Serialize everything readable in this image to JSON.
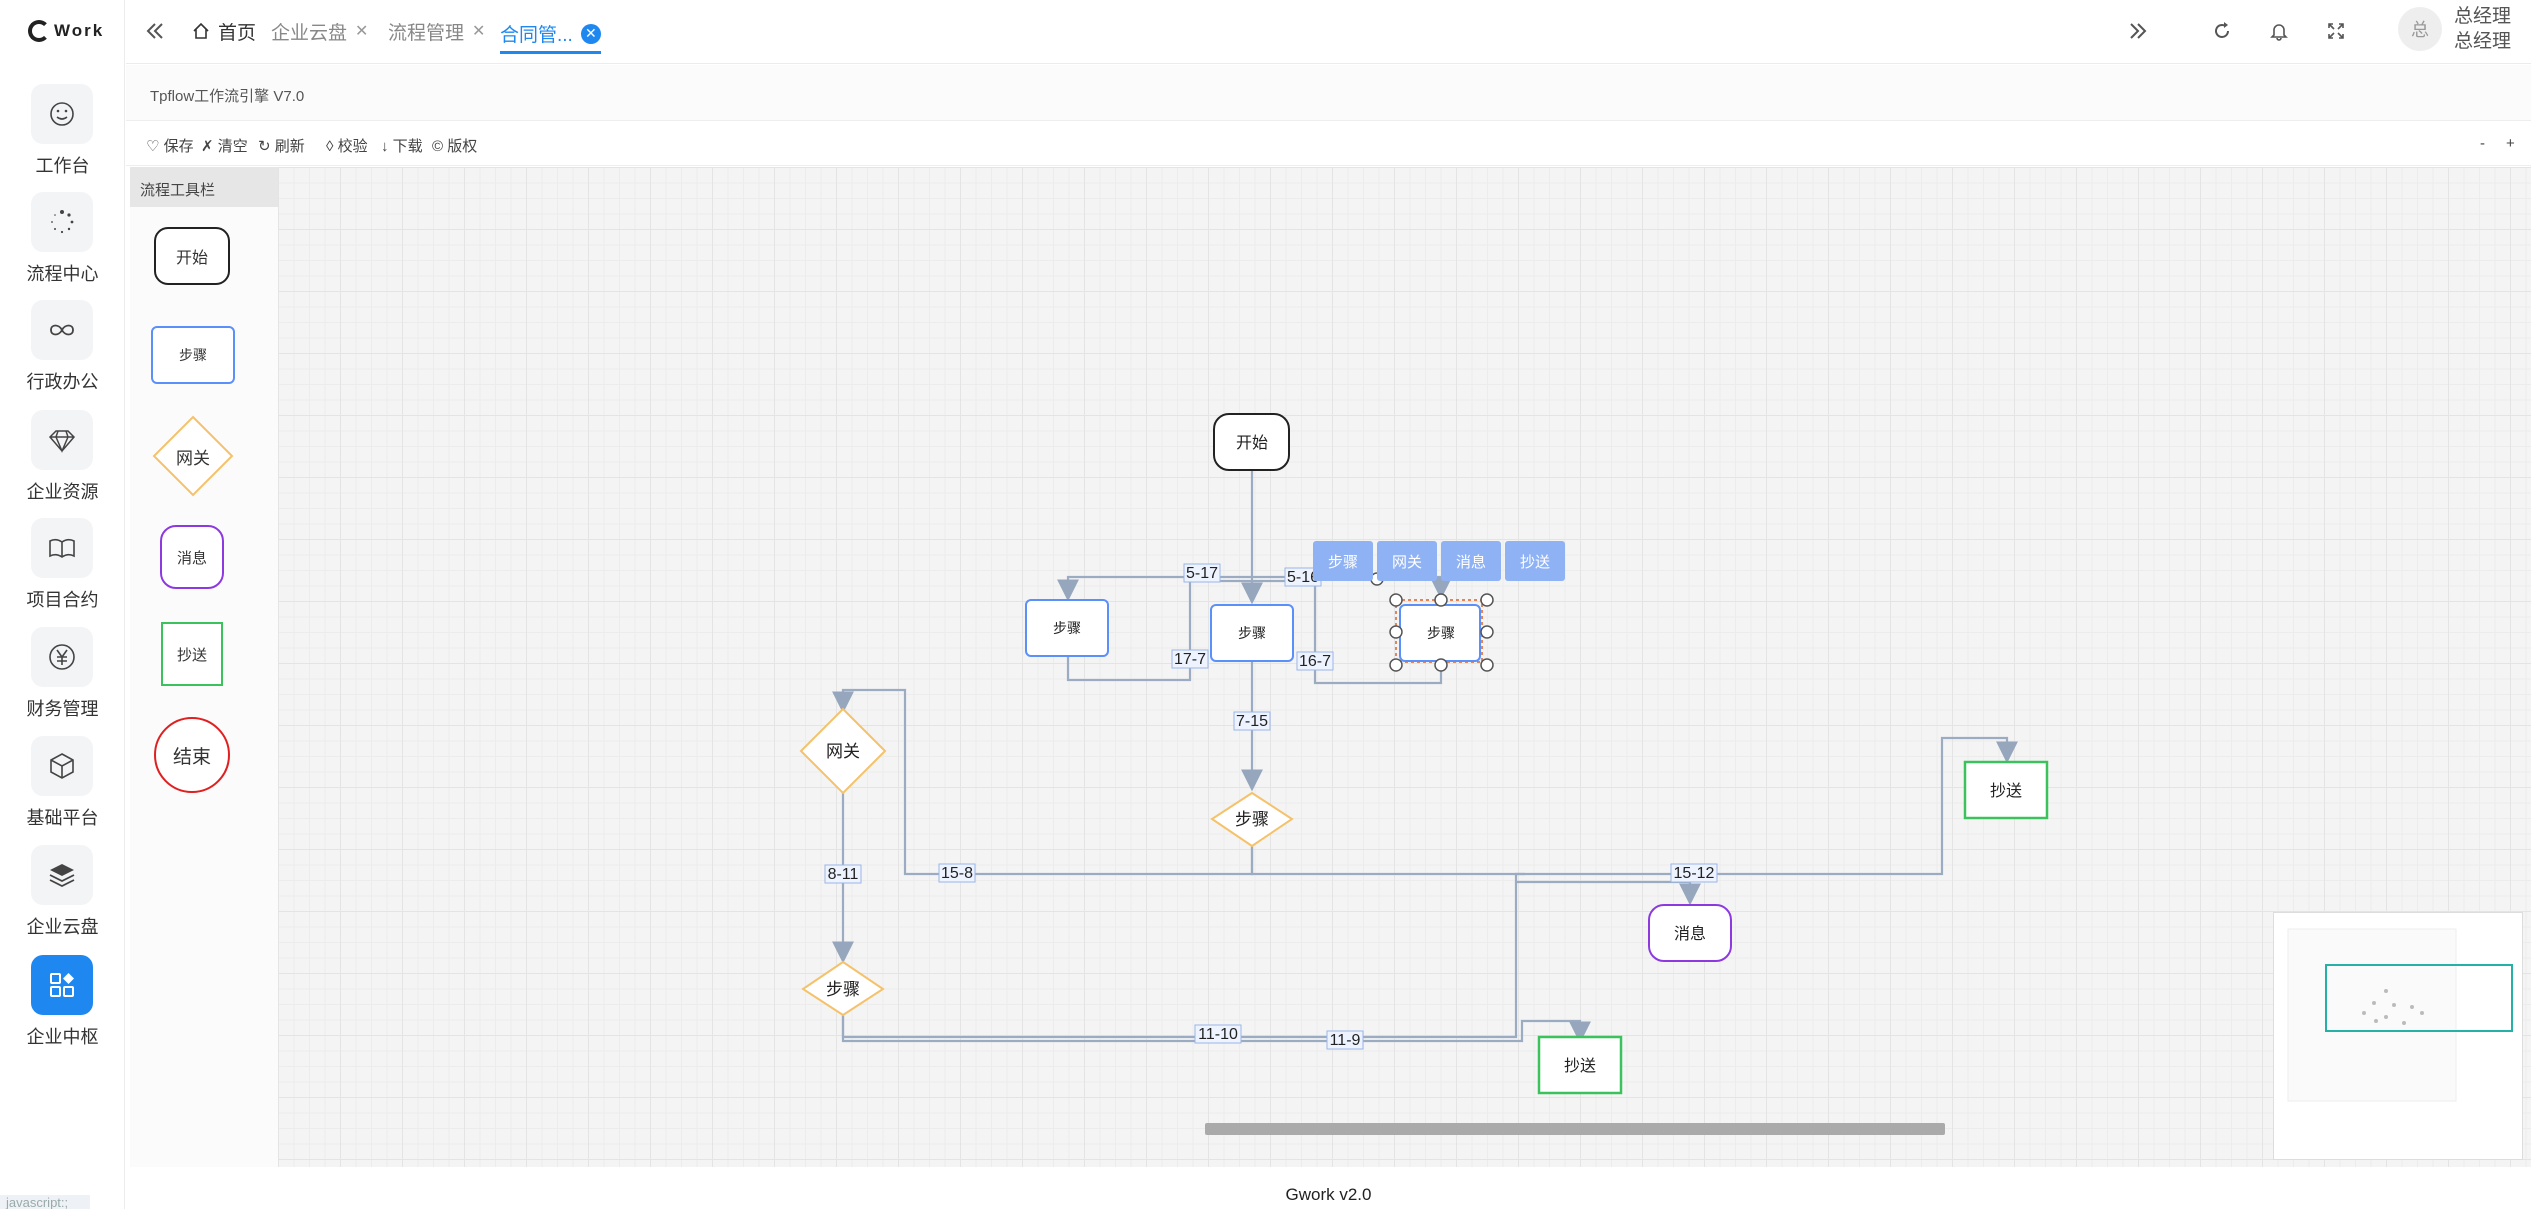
{
  "logo": {
    "text": "Work"
  },
  "sidebar": {
    "items": [
      {
        "label": "工作台",
        "icon": "smile-icon"
      },
      {
        "label": "流程中心",
        "icon": "spinner-icon"
      },
      {
        "label": "行政办公",
        "icon": "infinity-icon"
      },
      {
        "label": "企业资源",
        "icon": "diamond-icon"
      },
      {
        "label": "项目合约",
        "icon": "book-icon"
      },
      {
        "label": "财务管理",
        "icon": "yen-icon"
      },
      {
        "label": "基础平台",
        "icon": "cube-icon"
      },
      {
        "label": "企业云盘",
        "icon": "layers-icon"
      },
      {
        "label": "企业中枢",
        "icon": "apps-icon",
        "active": true
      }
    ],
    "js_tag": "javascript:;"
  },
  "tabs": {
    "home": "首页",
    "items": [
      "企业云盘",
      "流程管理"
    ],
    "active": "合同管..."
  },
  "user": {
    "avatar": "总",
    "line1": "总经理",
    "line2": "总经理"
  },
  "app_title": "Tpflow工作流引擎 V7.0",
  "toolbar": {
    "save": "♡ 保存",
    "clear": "✗ 清空",
    "refresh": "↻ 刷新",
    "validate": "◊ 校验",
    "download": "↓ 下载",
    "copyright": "© 版权",
    "minus": "-",
    "plus": "+"
  },
  "palette": {
    "title": "流程工具栏",
    "start": "开始",
    "step": "步骤",
    "gateway": "网关",
    "message": "消息",
    "cc": "抄送",
    "end": "结束"
  },
  "flow": {
    "nodes": {
      "start": "开始",
      "step_left": "步骤",
      "step_mid": "步骤",
      "step_right": "步骤",
      "gw_left": "网关",
      "gw_mid": "步骤",
      "gw_bottom": "步骤",
      "cc_right": "抄送",
      "msg": "消息",
      "cc_bottom": "抄送"
    },
    "menu": [
      "步骤",
      "网关",
      "消息",
      "抄送"
    ],
    "edges": {
      "e517": "5-17",
      "e516": "5-16",
      "e177": "17-7",
      "e167": "16-7",
      "e715": "7-15",
      "e811": "8-11",
      "e158": "15-8",
      "e1512": "15-12",
      "e1110": "11-10",
      "e119": "11-9"
    }
  },
  "footer": "Gwork v2.0",
  "colors": {
    "accent": "#1e88f0",
    "step": "#5b8ff9",
    "gateway": "#f5c26b",
    "message": "#8c3ae0",
    "cc": "#3cc25c",
    "end": "#e02020"
  }
}
